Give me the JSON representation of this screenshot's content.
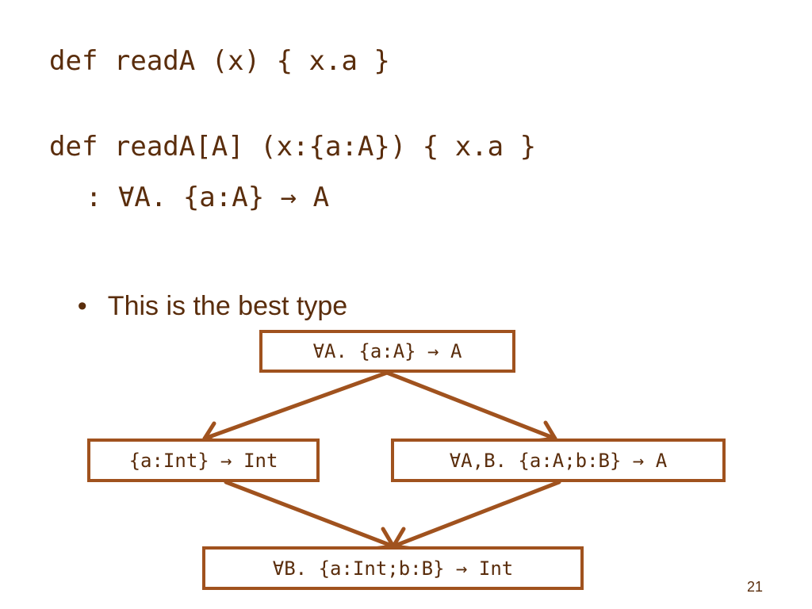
{
  "code": {
    "line1": "def readA (x) { x.a }",
    "line2": "def readA[A] (x:{a:A}) { x.a }",
    "line3": ": ∀A. {a:A} → A"
  },
  "bullet": {
    "symbol": "•",
    "text": "This is the best type"
  },
  "diagram": {
    "colors": {
      "stroke": "#a0521e",
      "text": "#5a2d0c"
    },
    "nodes": {
      "top": "∀A. {a:A} → A",
      "left": "{a:Int} → Int",
      "right": "∀A,B. {a:A;b:B} → A",
      "bottom": "∀B. {a:Int;b:B} → Int"
    }
  },
  "page_number": "21"
}
